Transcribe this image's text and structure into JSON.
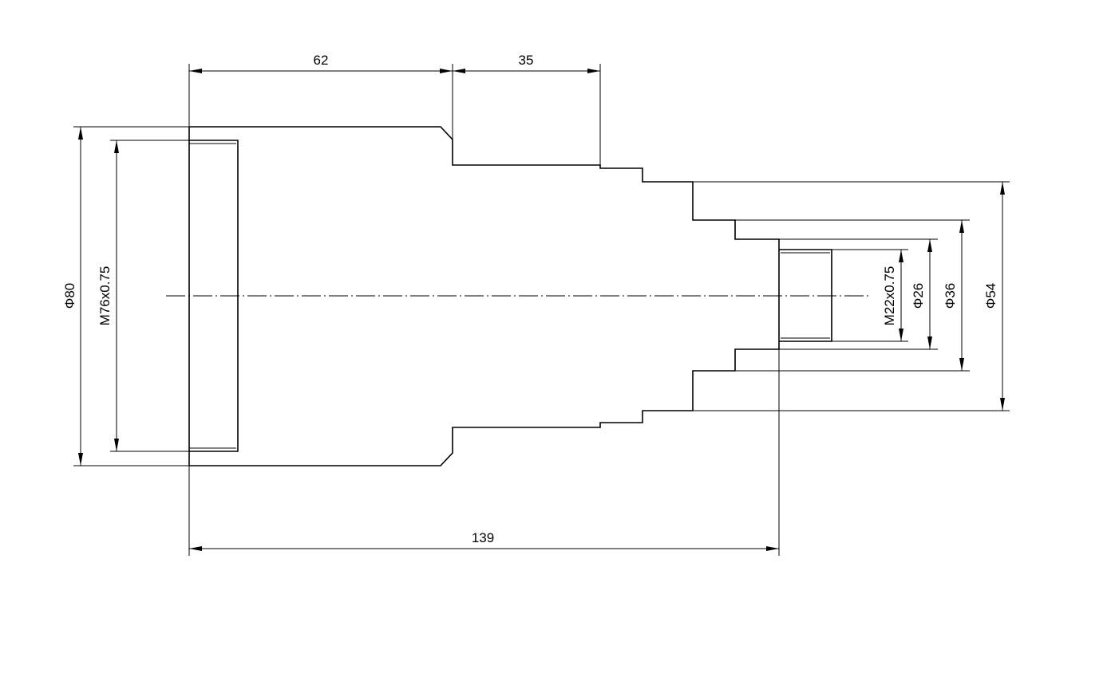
{
  "dimensions": {
    "length_62": "62",
    "length_35": "35",
    "length_139": "139",
    "dia_80": "Φ80",
    "thread_76": "M76x0.75",
    "thread_22": "M22x0.75",
    "dia_26": "Φ26",
    "dia_36": "Φ36",
    "dia_54": "Φ54"
  }
}
